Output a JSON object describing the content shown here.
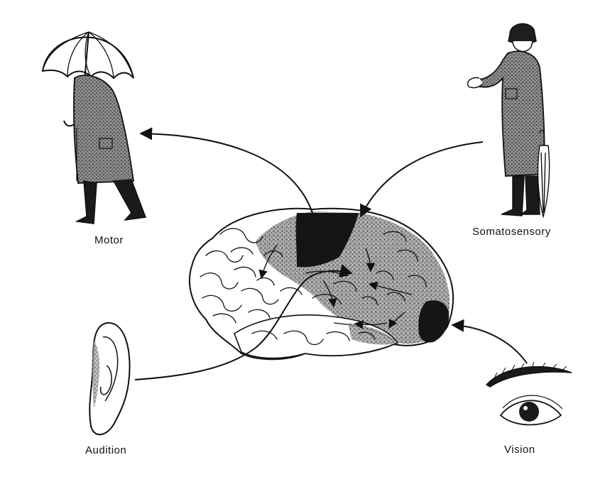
{
  "labels": {
    "motor": "Motor",
    "somatosensory": "Somatosensory",
    "audition": "Audition",
    "vision": "Vision"
  },
  "colors": {
    "ink": "#111111",
    "shading": "#555555",
    "dark_area": "#1a1a1a",
    "paper": "#ffffff"
  }
}
